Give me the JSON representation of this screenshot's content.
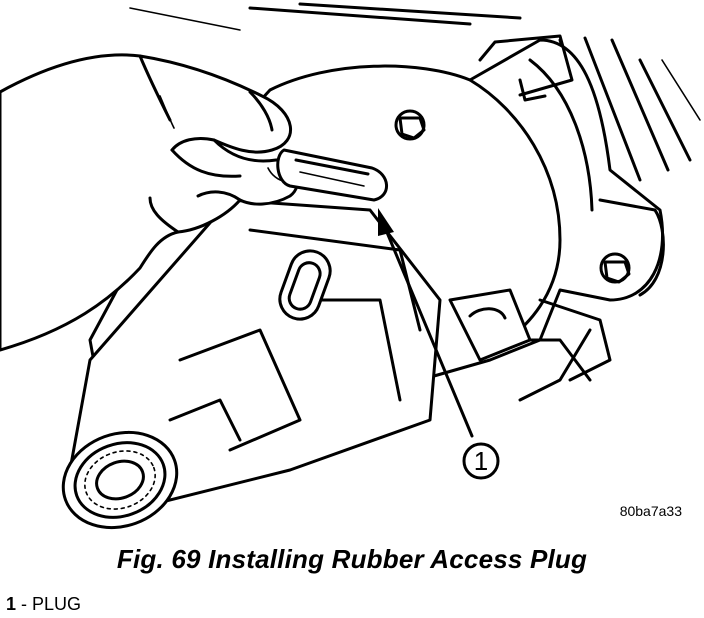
{
  "figure": {
    "reference_code": "80ba7a33",
    "caption": "Fig. 69 Installing Rubber Access Plug"
  },
  "callouts": [
    {
      "number": "1"
    }
  ],
  "legend": [
    {
      "number": "1",
      "separator": " - ",
      "label": "PLUG"
    }
  ]
}
